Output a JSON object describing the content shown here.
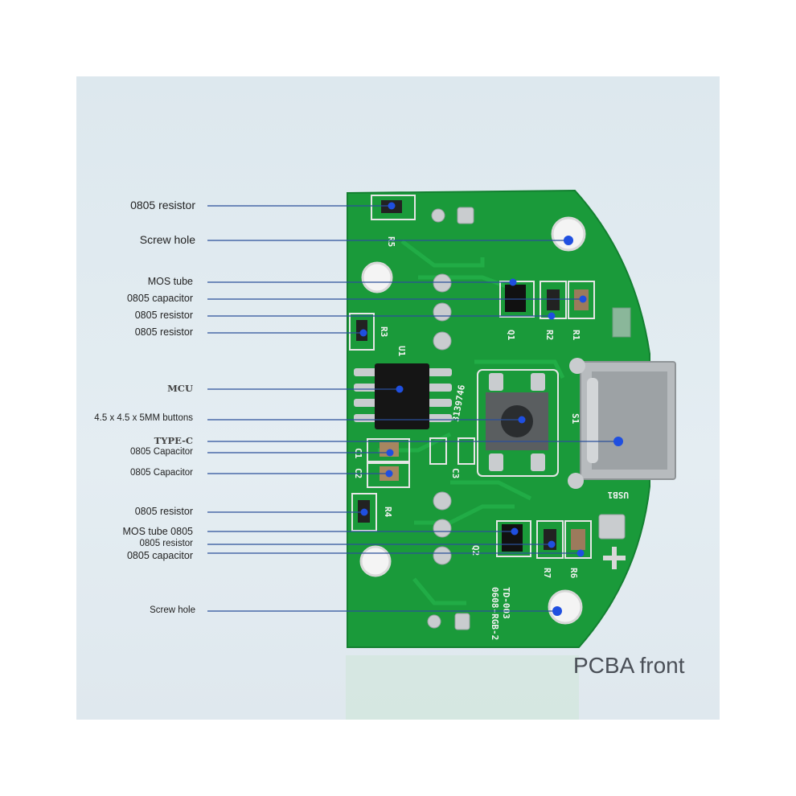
{
  "caption": "PCBA front",
  "labels": {
    "r5": "0805 resistor",
    "screw_top": "Screw hole",
    "mos_q1": "MOS tube",
    "cap_r1": "0805 capacitor",
    "res_r2": "0805 resistor",
    "res_r3": "0805 resistor",
    "mcu": "MCU",
    "button": "4.5 x 4.5 x 5MM buttons",
    "typec": "TYPE-C",
    "cap_c1": "0805 Capacitor",
    "cap_c2": "0805 Capacitor",
    "res_r4": "0805 resistor",
    "mos_q2": "MOS tube 0805",
    "res_r7": "0805 resistor",
    "cap_r6": "0805 capacitor",
    "screw_bottom": "Screw hole"
  },
  "silkscreen": {
    "r5": "R5",
    "r3": "R3",
    "u1": "U1",
    "q1": "Q1",
    "r2": "R2",
    "r1": "R1",
    "serial": "3139746",
    "s1": "S1",
    "c1": "C1",
    "c2": "C2",
    "c3": "C3",
    "r4": "R4",
    "q2": "Q2",
    "r7": "R7",
    "r6": "R6",
    "usb1": "USB1",
    "board_id_1": "TD-003",
    "board_id_2": "0608-RGB-2"
  },
  "colors": {
    "pcb_green": "#1a9a3a",
    "pad_silver": "#c9cccf",
    "leader_line": "#2b4f9a",
    "marker_dot": "#1f4fe0"
  }
}
